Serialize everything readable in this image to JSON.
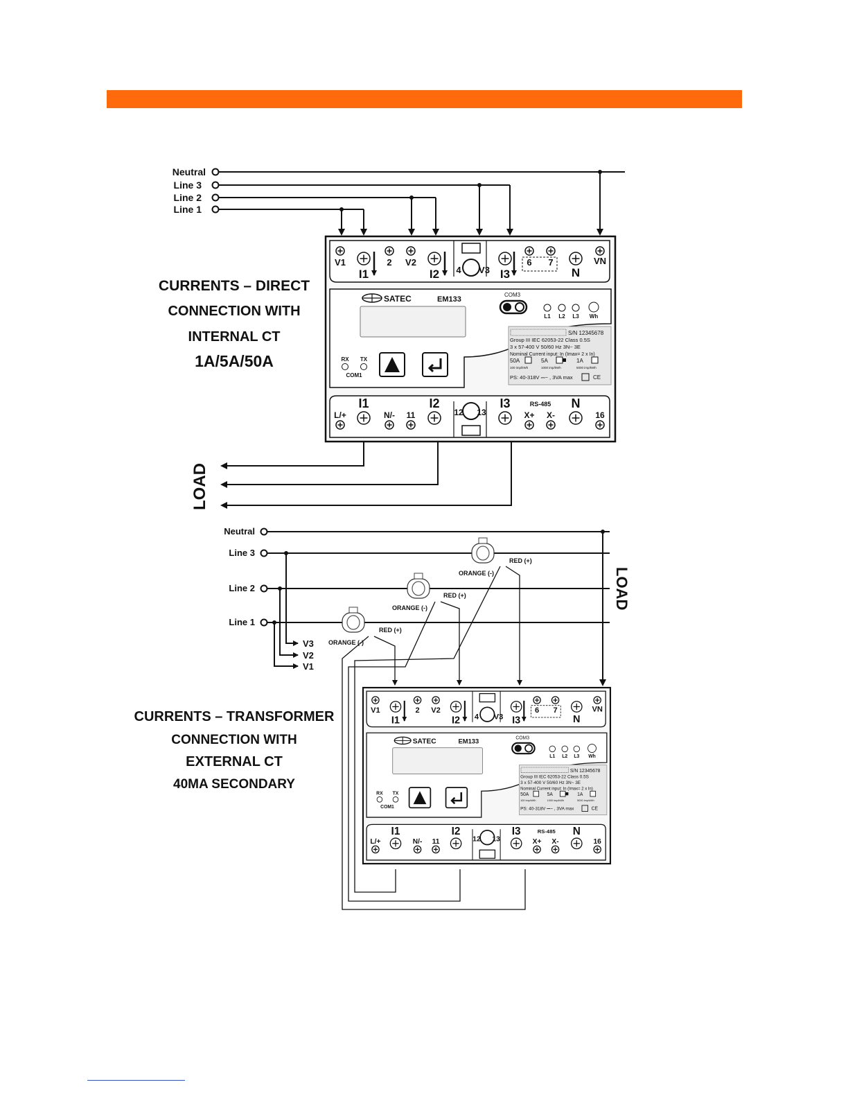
{
  "diagram1": {
    "lines": [
      "Neutral",
      "Line 3",
      "Line 2",
      "Line 1"
    ],
    "caption": [
      "CURRENTS – DIRECT",
      "CONNECTION WITH",
      "INTERNAL CT",
      "1A/5A/50A"
    ],
    "load_label": "LOAD"
  },
  "diagram2": {
    "lines": [
      "Neutral",
      "Line 3",
      "Line 2",
      "Line 1"
    ],
    "caption": [
      "CURRENTS – TRANSFORMER",
      "CONNECTION WITH",
      "EXTERNAL CT",
      "40MA SECONDARY"
    ],
    "load_label": "LOAD",
    "voltage_taps": [
      "V3",
      "V2",
      "V1"
    ],
    "ct_labels": {
      "red": "RED (+)",
      "orange": "ORANGE (-)"
    }
  },
  "meter": {
    "brand": "SATEC",
    "model": "EM133",
    "com3": "COM3",
    "com1": "COM1",
    "rx": "RX",
    "tx": "TX",
    "leds": [
      "L1",
      "L2",
      "L3",
      "Wh"
    ],
    "top_terminals": [
      "V1",
      "I1",
      "2",
      "V2",
      "I2",
      "4",
      "V3",
      "I3",
      "6",
      "7",
      "N",
      "VN"
    ],
    "bottom_terminals": [
      "L/+",
      "I1",
      "N/-",
      "11",
      "I2",
      "12",
      "13",
      "I3",
      "X+",
      "X-",
      "N",
      "16"
    ],
    "rs485": "RS-485",
    "plate": {
      "sn": "S/N 12345678",
      "group": "Group III   IEC 62053-22   Class 0.5S",
      "rating": "3 x 57-400 V   50/60 Hz   3N~ 3E",
      "nominal": "Nominal Current input: In (Imax= 2 x In)",
      "options": [
        "50A",
        "5A",
        "1A"
      ],
      "imp": [
        "100 imp/kWh",
        "1000 imp/kWh",
        "5000 imp/kWh"
      ],
      "ps": "PS: 40-318V ⎓~ , 3VA max",
      "ce": "CE"
    }
  }
}
